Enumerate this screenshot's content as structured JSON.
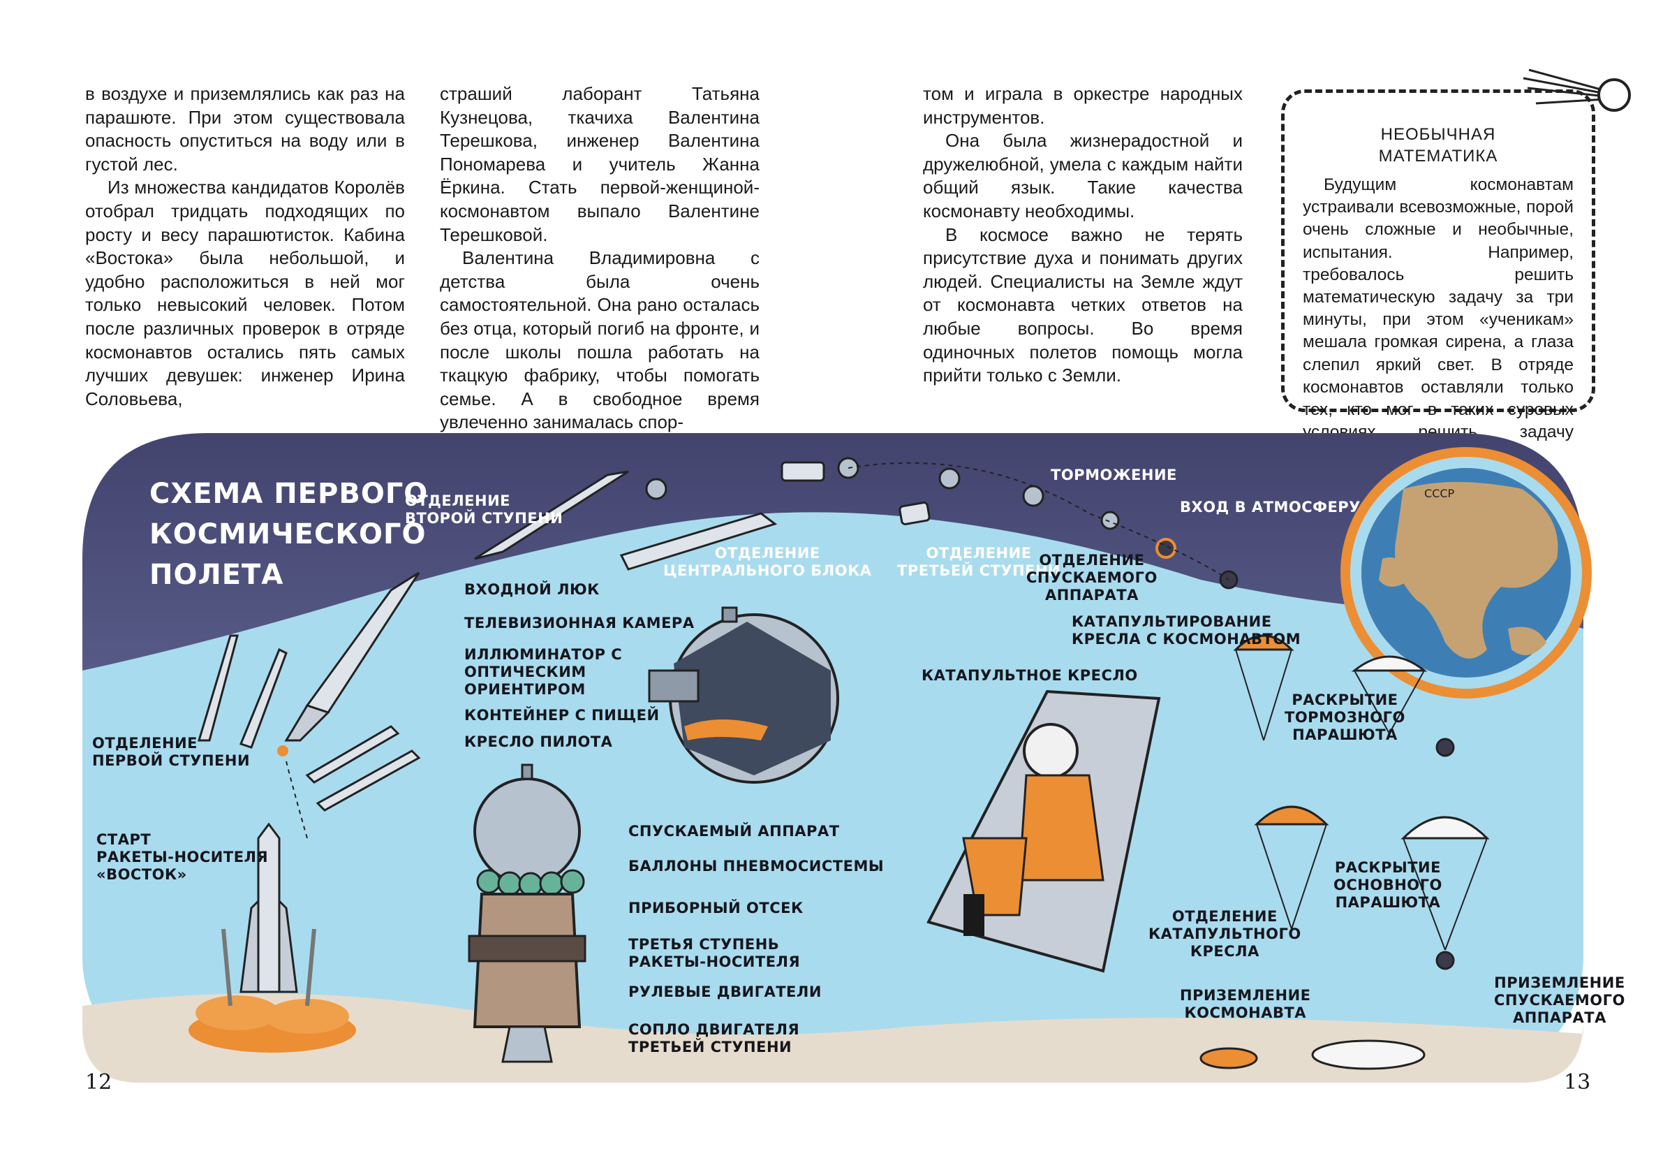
{
  "col1": [
    "в воздухе и приземлялись как раз на парашюте. При этом существовала опасность опуститься на воду или в густой лес.",
    "Из множества кандидатов Королёв отобрал тридцать подходящих по росту и весу парашютисток. Кабина «Востока» была небольшой, и удобно расположиться в ней мог только невысокий человек. Потом после различных проверок в отряде космонавтов остались пять самых лучших девушек: инженер Ирина Соловьева,"
  ],
  "col2": [
    "страший лаборант Татьяна Кузнецова, ткачиха Валентина Терешкова, инженер Валентина Пономарева и учитель Жанна Ёркина. Стать первой-женщиной-космонавтом выпало Валентине Терешковой.",
    "Валентина Владимировна с детства была очень самостоятельной. Она рано осталась без отца, который погиб на фронте, и после школы пошла работать на ткацкую фабрику, чтобы помогать семье. А в свободное время увлеченно занималась спор-"
  ],
  "col3": [
    "том и играла в оркестре народных инструментов.",
    "Она была жизнерадостной и дружелюбной, умела с каждым найти общий язык. Такие качества космонавту необходимы.",
    "В космосе важно не терять присутствие духа и понимать других людей. Специалисты на Земле ждут от космонавта четких ответов на любые вопросы. Во время одиночных полетов помощь могла прийти только с Земли."
  ],
  "sidebar": {
    "title": "НЕОБЫЧНАЯ\nМАТЕМАТИКА",
    "text": "Будущим космонавтам устраивали всевозможные, порой очень сложные и необычные, испытания. Например, требовалось решить математическую задачу за три минуты, при этом «ученикам» мешала громкая сирена, а глаза слепил яркий свет. В отряде космонавтов оставляли только тех, кто мог в таких суровых условиях решить задачу правильно."
  },
  "diagram": {
    "title": "Схема первого\nкосмического\nполета",
    "earth_label": "СССР",
    "labels": {
      "stage2_sep": "Отделение\nвторой ступени",
      "core_sep": "Отделение\nцентрального блока",
      "stage3_sep": "Отделение\nтретьей ступени",
      "braking": "Торможение",
      "reentry": "Вход в атмосферу",
      "capsule_sep": "Отделение\nспускаемого\nаппарата",
      "ejection": "Катапультирование\nкресла с космонавтом",
      "ejection_seat": "Катапультное кресло",
      "drogue": "Раскрытие\nтормозного\nпарашюта",
      "main_chute": "Раскрытие\nосновного\nпарашюта",
      "seat_sep": "Отделение\nкатапультного\nкресла",
      "cosmonaut_landing": "Приземление\nкосмонавта",
      "capsule_landing": "Приземление\nспускаемого\nаппарата",
      "stage1_sep": "Отделение\nпервой ступени",
      "launch": "Старт\nракеты-носителя\n«Восток»",
      "hatch": "Входной люк",
      "tv_camera": "Телевизионная камера",
      "porthole": "Иллюминатор с\nоптическим\nориентиром",
      "food": "Контейнер с пищей",
      "pilot_seat": "Кресло пилота",
      "descent_module": "Спускаемый аппарат",
      "tanks": "Баллоны пневмосистемы",
      "instrument": "Приборный отсек",
      "stage3": "Третья ступень\nракеты-носителя",
      "thrusters": "Рулевые двигатели",
      "nozzle": "Сопло двигателя\nтретьей ступени"
    }
  },
  "page_left": "12",
  "page_right": "13",
  "colors": {
    "sky": "#4b4d77",
    "air": "#a9dbee",
    "ground": "#e6dccd",
    "orange": "#ec8e34",
    "metal": "#b7c2cf"
  }
}
